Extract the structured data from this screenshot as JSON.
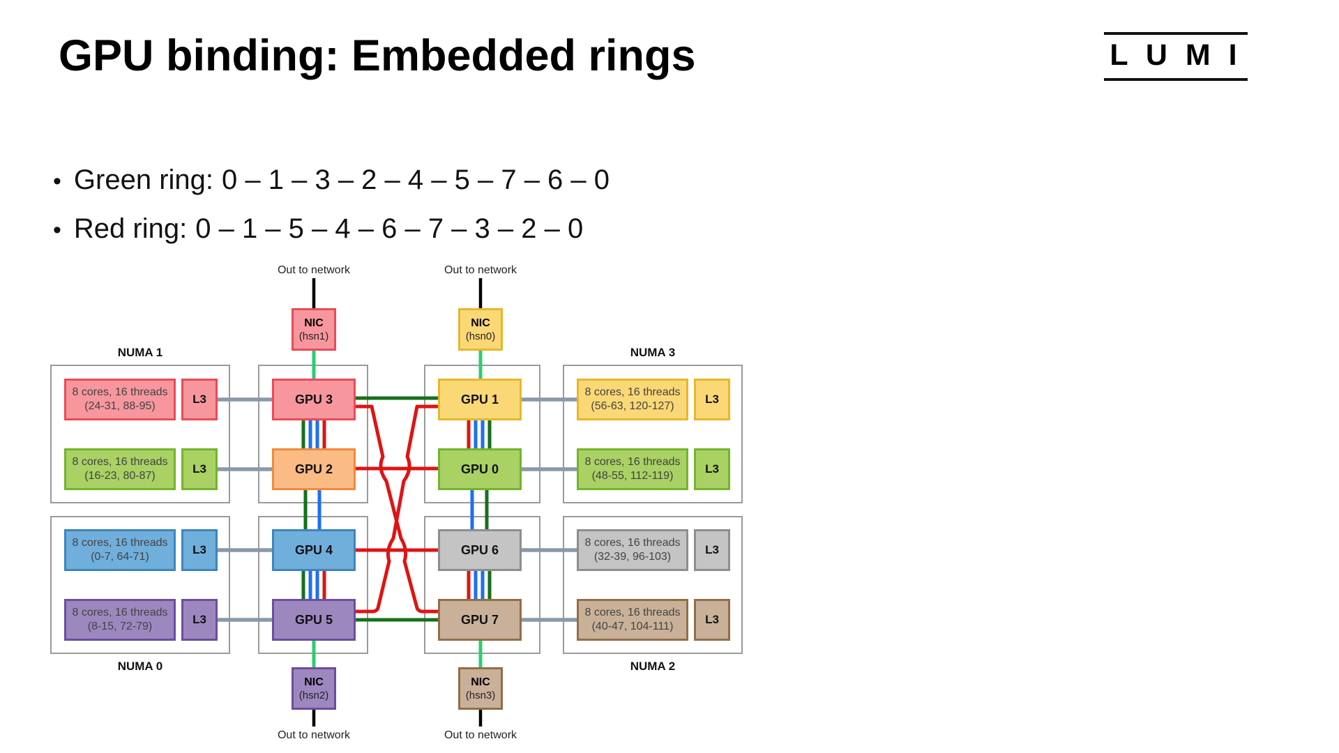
{
  "slide": {
    "title": "GPU binding: Embedded rings",
    "logo_text": "L U M I",
    "bullets": [
      {
        "label": "Green ring:",
        "sequence": "0 – 1 – 3 – 2 – 4 – 5 – 7 – 6 – 0"
      },
      {
        "label": "Red ring:",
        "sequence": "0 – 1 – 5 – 4 – 6 – 7 – 3 – 2 – 0"
      }
    ]
  },
  "colors": {
    "ring_green": "#17701C",
    "ring_red": "#DE1414",
    "link_blue": "#1E6FF2",
    "nic_link_green": "#2FCC71",
    "l3_link_gray": "#8A99A9",
    "network_link_black": "#000000"
  },
  "palette": {
    "red": {
      "fill": "#F8969E",
      "stroke": "#E94B57"
    },
    "orange": {
      "fill": "#FBBB85",
      "stroke": "#F08A3C"
    },
    "yellow": {
      "fill": "#FBD876",
      "stroke": "#E9B62B"
    },
    "green": {
      "fill": "#A9D164",
      "stroke": "#74B42C"
    },
    "blue": {
      "fill": "#70AFDC",
      "stroke": "#3D85BE"
    },
    "purple": {
      "fill": "#9C88BF",
      "stroke": "#6C4D9E"
    },
    "gray": {
      "fill": "#C4C4C4",
      "stroke": "#8E8E8E"
    },
    "tan": {
      "fill": "#C9B199",
      "stroke": "#926E47"
    }
  },
  "diagram": {
    "out_to_network": "Out to network",
    "numa_nodes": [
      {
        "name": "NUMA 1",
        "rows": [
          {
            "cores": "8 cores, 16 threads",
            "ids": "(24-31, 88-95)",
            "l3": "L3"
          },
          {
            "cores": "8 cores, 16 threads",
            "ids": "(16-23, 80-87)",
            "l3": "L3"
          }
        ]
      },
      {
        "name": "NUMA 3",
        "rows": [
          {
            "cores": "8 cores, 16 threads",
            "ids": "(56-63, 120-127)",
            "l3": "L3"
          },
          {
            "cores": "8 cores, 16 threads",
            "ids": "(48-55, 112-119)",
            "l3": "L3"
          }
        ]
      },
      {
        "name": "NUMA 0",
        "rows": [
          {
            "cores": "8 cores, 16 threads",
            "ids": "(0-7, 64-71)",
            "l3": "L3"
          },
          {
            "cores": "8 cores, 16 threads",
            "ids": "(8-15, 72-79)",
            "l3": "L3"
          }
        ]
      },
      {
        "name": "NUMA 2",
        "rows": [
          {
            "cores": "8 cores, 16 threads",
            "ids": "(32-39, 96-103)",
            "l3": "L3"
          },
          {
            "cores": "8 cores, 16 threads",
            "ids": "(40-47, 104-111)",
            "l3": "L3"
          }
        ]
      }
    ],
    "gpus": [
      {
        "label": "GPU 3"
      },
      {
        "label": "GPU 2"
      },
      {
        "label": "GPU 4"
      },
      {
        "label": "GPU 5"
      },
      {
        "label": "GPU 1"
      },
      {
        "label": "GPU 0"
      },
      {
        "label": "GPU 6"
      },
      {
        "label": "GPU 7"
      }
    ],
    "nics": [
      {
        "name": "NIC",
        "port": "(hsn1)"
      },
      {
        "name": "NIC",
        "port": "(hsn0)"
      },
      {
        "name": "NIC",
        "port": "(hsn2)"
      },
      {
        "name": "NIC",
        "port": "(hsn3)"
      }
    ]
  }
}
